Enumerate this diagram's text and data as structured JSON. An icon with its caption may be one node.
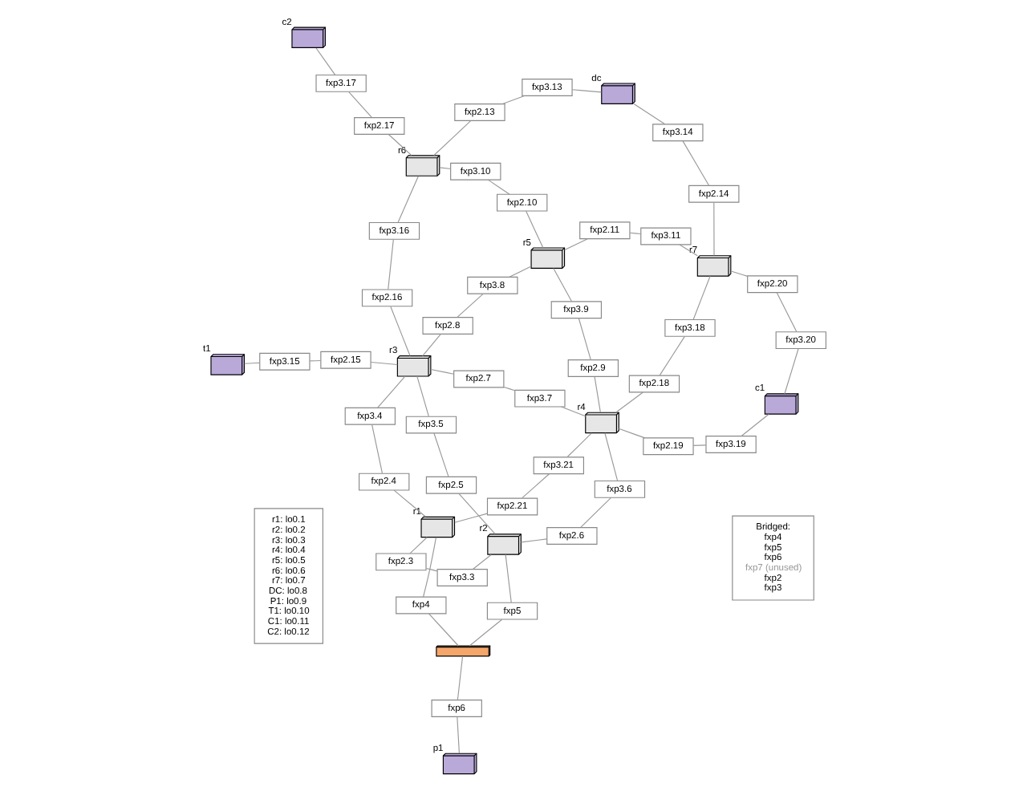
{
  "diagram": {
    "nodes": [
      {
        "text": [
          "r1: lo0.1",
          "r2: lo0.2",
          "r3: lo0.3",
          "r4: lo0.4",
          "r5: lo0.5",
          "r6: lo0.6",
          "r7: lo0.7",
          "DC: lo0.8",
          "P1: lo0.9",
          "T1: lo0.10",
          "C1: lo0.11",
          "C2: lo0.12"
        ]
      },
      {
        "text": [
          "Bridged:",
          "fxp4",
          "fxp5",
          "fxp6",
          "fxp7 (unused)",
          "fxp2",
          "fxp3"
        ]
      },
      {
        "text": [],
        "shape": "picture",
        "beside": [
          "t1"
        ]
      },
      {
        "text": [],
        "shape": "picture",
        "beside": [
          "c2"
        ]
      },
      {
        "text": [
          "fxp3.15"
        ]
      },
      {
        "text": [
          "fxp3.17"
        ]
      },
      {
        "text": [
          "fxp2.15"
        ]
      },
      {
        "text": [
          "fxp2.17"
        ]
      },
      {
        "text": [],
        "shape": "picture",
        "beside": [
          "r1"
        ]
      },
      {
        "text": [
          "fxp4"
        ]
      },
      {
        "text": [
          "fxp2.4"
        ]
      },
      {
        "text": [
          "fxp3.4"
        ]
      },
      {
        "text": [],
        "shape": "picture",
        "beside": [
          "r3"
        ]
      },
      {
        "text": [
          "fxp2.16"
        ]
      },
      {
        "text": [
          "fxp3.16"
        ]
      },
      {
        "text": [],
        "shape": "picture",
        "beside": [
          "r6"
        ]
      },
      {
        "text": [
          "fxp2.13"
        ]
      },
      {
        "text": [
          "fxp3.5"
        ]
      },
      {
        "text": [
          "fxp2.8"
        ]
      },
      {
        "text": [
          "fxp2.3"
        ]
      },
      {
        "text": [
          "fxp2.21"
        ]
      },
      {
        "text": [
          "fxp2.7"
        ]
      },
      {
        "text": [
          "fxp3.10"
        ]
      },
      {
        "text": [
          "fxp3.13"
        ]
      },
      {
        "text": [
          "fxp3.8"
        ]
      },
      {
        "text": [
          "fxp2.10"
        ]
      },
      {
        "text": [],
        "shape": "picture",
        "beside": [
          "r5"
        ]
      },
      {
        "text": [],
        "shape": "picture"
      },
      {
        "text": [],
        "shape": "picture",
        "beside": [
          "dc"
        ]
      },
      {
        "text": [
          "fxp3.9"
        ]
      },
      {
        "text": [
          "fxp2.11"
        ]
      },
      {
        "text": [
          "fxp2.5"
        ]
      },
      {
        "text": [
          "fxp3.3"
        ]
      },
      {
        "text": [
          "fxp3.21"
        ]
      },
      {
        "text": [
          "fxp3.7"
        ]
      },
      {
        "text": [
          "fxp2.9"
        ]
      },
      {
        "text": [
          "fxp3.14"
        ]
      },
      {
        "text": [
          "fxp3.11"
        ]
      },
      {
        "text": [
          "fxp5"
        ]
      },
      {
        "text": [],
        "shape": "picture",
        "beside": [
          "r2"
        ]
      },
      {
        "text": [
          "fxp2.6"
        ]
      },
      {
        "text": [
          "fxp3.6"
        ]
      },
      {
        "text": [],
        "shape": "picture",
        "beside": [
          "r4"
        ]
      },
      {
        "text": [
          "fxp2.18"
        ]
      },
      {
        "text": [
          "fxp3.18"
        ]
      },
      {
        "text": [],
        "shape": "picture",
        "beside": [
          "r7"
        ]
      },
      {
        "text": [
          "fxp2.14"
        ]
      },
      {
        "text": [
          "fxp2.19"
        ]
      },
      {
        "text": [
          "fxp2.20"
        ]
      },
      {
        "text": [
          "fxp6"
        ]
      },
      {
        "text": [],
        "shape": "picture",
        "beside": [
          "p1"
        ]
      },
      {
        "text": [
          "fxp3.19"
        ]
      },
      {
        "text": [
          "fxp3.20"
        ]
      },
      {
        "text": [],
        "shape": "picture",
        "beside": [
          "c1"
        ]
      }
    ],
    "edges": [
      {
        "from": 2,
        "to": 4,
        "arrow": "none"
      },
      {
        "from": 4,
        "to": 6,
        "arrow": "none"
      },
      {
        "from": 6,
        "to": 12,
        "arrow": "none"
      },
      {
        "from": 3,
        "to": 5,
        "arrow": "none"
      },
      {
        "from": 5,
        "to": 7,
        "arrow": "none"
      },
      {
        "from": 7,
        "to": 15,
        "arrow": "none"
      },
      {
        "from": 8,
        "to": 9,
        "arrow": "none"
      },
      {
        "from": 8,
        "to": 10,
        "arrow": "none"
      },
      {
        "from": 10,
        "to": 11,
        "arrow": "none"
      },
      {
        "from": 11,
        "to": 12,
        "arrow": "none"
      },
      {
        "from": 12,
        "to": 13,
        "arrow": "none"
      },
      {
        "from": 13,
        "to": 14,
        "arrow": "none"
      },
      {
        "from": 14,
        "to": 15,
        "arrow": "none"
      },
      {
        "from": 15,
        "to": 16,
        "arrow": "none"
      },
      {
        "from": 16,
        "to": 23,
        "arrow": "none"
      },
      {
        "from": 23,
        "to": 28,
        "arrow": "none"
      },
      {
        "from": 8,
        "to": 19,
        "arrow": "none"
      },
      {
        "from": 19,
        "to": 32,
        "arrow": "none"
      },
      {
        "from": 32,
        "to": 39,
        "arrow": "none"
      },
      {
        "from": 8,
        "to": 20,
        "arrow": "none"
      },
      {
        "from": 20,
        "to": 33,
        "arrow": "none"
      },
      {
        "from": 33,
        "to": 42,
        "arrow": "none"
      },
      {
        "from": 12,
        "to": 17,
        "arrow": "none"
      },
      {
        "from": 17,
        "to": 31,
        "arrow": "none"
      },
      {
        "from": 31,
        "to": 39,
        "arrow": "none"
      },
      {
        "from": 12,
        "to": 21,
        "arrow": "none"
      },
      {
        "from": 21,
        "to": 34,
        "arrow": "none"
      },
      {
        "from": 34,
        "to": 42,
        "arrow": "none"
      },
      {
        "from": 12,
        "to": 18,
        "arrow": "none"
      },
      {
        "from": 18,
        "to": 24,
        "arrow": "none"
      },
      {
        "from": 24,
        "to": 26,
        "arrow": "none"
      },
      {
        "from": 15,
        "to": 22,
        "arrow": "none"
      },
      {
        "from": 22,
        "to": 25,
        "arrow": "none"
      },
      {
        "from": 25,
        "to": 26,
        "arrow": "none"
      },
      {
        "from": 26,
        "to": 29,
        "arrow": "none"
      },
      {
        "from": 29,
        "to": 35,
        "arrow": "none"
      },
      {
        "from": 35,
        "to": 42,
        "arrow": "none"
      },
      {
        "from": 26,
        "to": 30,
        "arrow": "none"
      },
      {
        "from": 30,
        "to": 37,
        "arrow": "none"
      },
      {
        "from": 37,
        "to": 45,
        "arrow": "none"
      },
      {
        "from": 28,
        "to": 36,
        "arrow": "none"
      },
      {
        "from": 36,
        "to": 46,
        "arrow": "none"
      },
      {
        "from": 46,
        "to": 45,
        "arrow": "none"
      },
      {
        "from": 9,
        "to": 27,
        "arrow": "none"
      },
      {
        "from": 27,
        "to": 38,
        "arrow": "none"
      },
      {
        "from": 38,
        "to": 39,
        "arrow": "none"
      },
      {
        "from": 39,
        "to": 40,
        "arrow": "none"
      },
      {
        "from": 40,
        "to": 41,
        "arrow": "none"
      },
      {
        "from": 41,
        "to": 42,
        "arrow": "none"
      },
      {
        "from": 42,
        "to": 43,
        "arrow": "none"
      },
      {
        "from": 43,
        "to": 44,
        "arrow": "none"
      },
      {
        "from": 44,
        "to": 45,
        "arrow": "none"
      },
      {
        "from": 42,
        "to": 47,
        "arrow": "none"
      },
      {
        "from": 47,
        "to": 51,
        "arrow": "none"
      },
      {
        "from": 51,
        "to": 53,
        "arrow": "none"
      },
      {
        "from": 45,
        "to": 48,
        "arrow": "none"
      },
      {
        "from": 48,
        "to": 52,
        "arrow": "none"
      },
      {
        "from": 52,
        "to": 53,
        "arrow": "none"
      },
      {
        "from": 27,
        "to": 49,
        "arrow": "none"
      },
      {
        "from": 49,
        "to": 50,
        "arrow": "none"
      }
    ]
  }
}
